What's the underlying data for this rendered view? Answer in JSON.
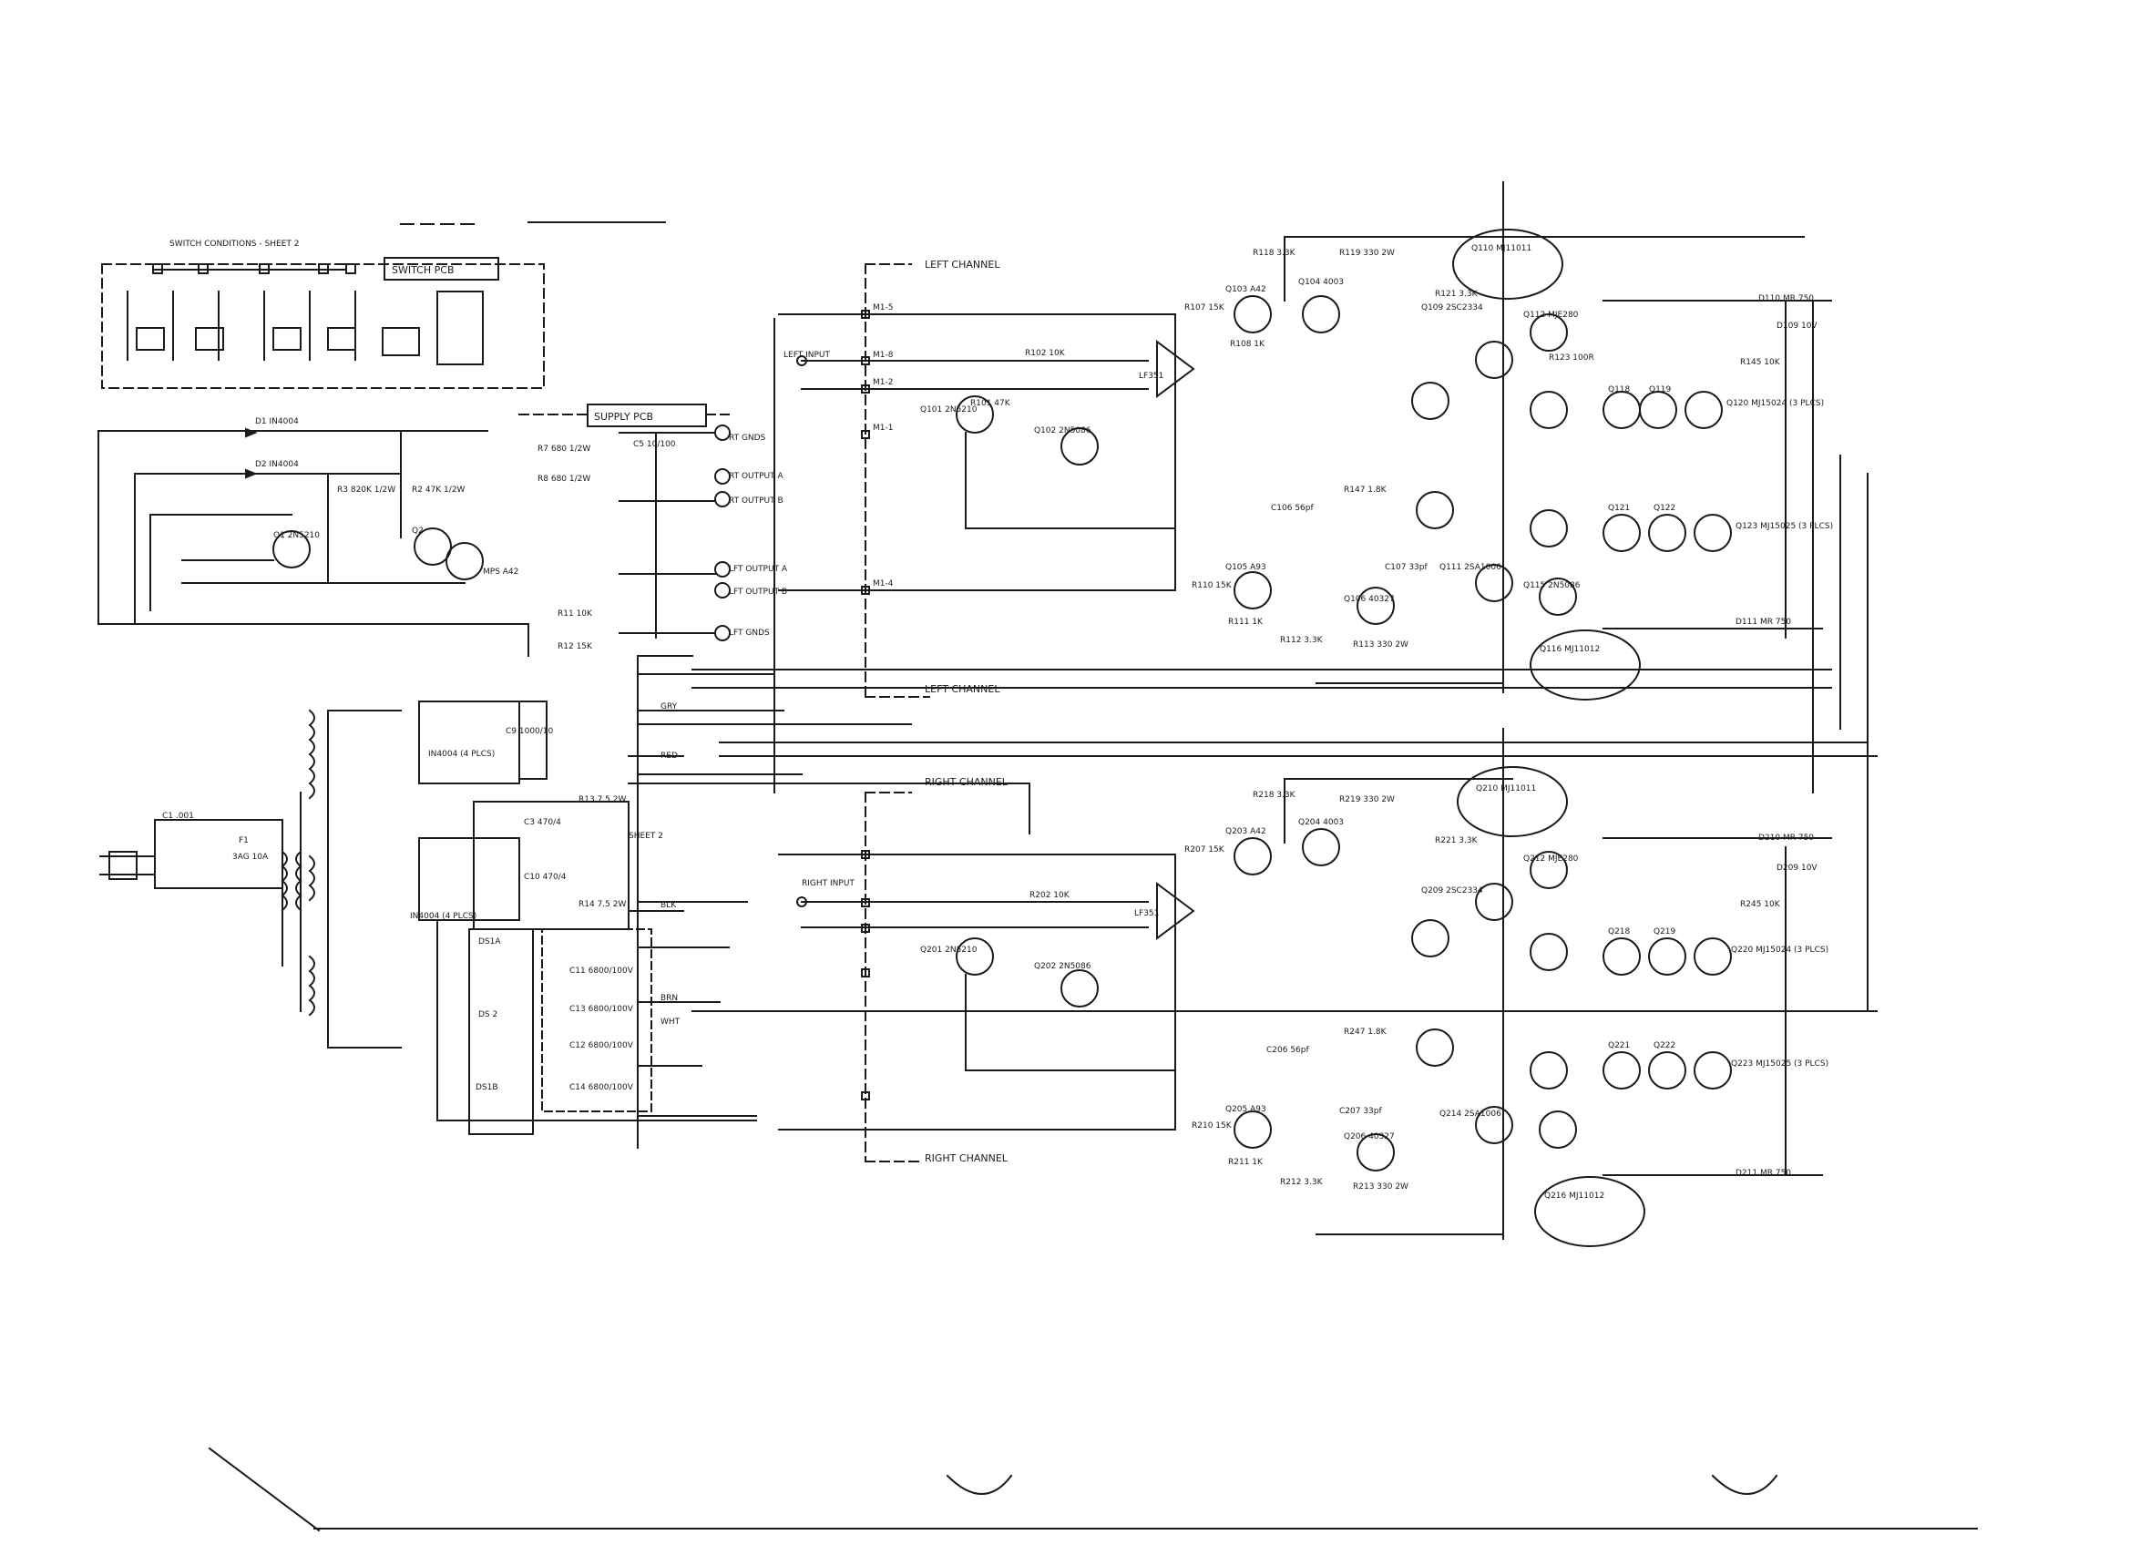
{
  "sheet": {
    "left_channel_top": "LEFT CHANNEL",
    "left_channel_bottom": "LEFT CHANNEL",
    "right_channel_top": "RIGHT CHANNEL",
    "right_channel_bottom": "RIGHT CHANNEL",
    "left_input": "LEFT INPUT",
    "right_input": "RIGHT INPUT",
    "switch_pcb": "SWITCH PCB",
    "supply_pcb": "SUPPLY PCB",
    "switch_conditions": "SWITCH CONDITIONS - SHEET 2",
    "lt_gnds": "LFT GNDS",
    "rt_gnds": "RT GNDS",
    "rt_output_a": "RT OUTPUT A",
    "rt_output_b": "RT OUTPUT B",
    "lft_output_a": "LFT OUTPUT A",
    "lft_output_b": "LFT OUTPUT B",
    "wire_red": "RED",
    "wire_gry": "GRY",
    "wire_blk": "BLK",
    "wire_wht": "WHT",
    "wire_brn": "BRN",
    "fuse": "3AG 10A",
    "lf351_left": "LF351",
    "lf351_right": "LF351",
    "q101": "Q101 2N5210",
    "q102": "Q102 2N5086",
    "q103": "Q103 A42",
    "q104": "Q104 4003",
    "q105": "Q105 A93",
    "q106": "Q106 40327",
    "q109": "Q109 2SC2334",
    "q110": "Q110 MJ11011",
    "q111": "Q111 2SA1006",
    "q112": "Q112 MJE280",
    "q115": "Q115 2N5086",
    "q116": "Q116 MJ11012",
    "q118": "Q118",
    "q119": "Q119",
    "q120": "Q120 MJ15024 (3 PLCS)",
    "q121": "Q121",
    "q122": "Q122",
    "q123": "Q123 MJ15025 (3 PLCS)",
    "q201": "Q201 2N5210",
    "q202": "Q202 2N5086",
    "q203": "Q203 A42",
    "q204": "Q204 4003",
    "q205": "Q205 A93",
    "q206": "Q206 40327",
    "q209": "Q209 2SC2334",
    "q210": "Q210 MJ11011",
    "q214": "Q214 2SA1006",
    "q212": "Q212 MJE280",
    "q216": "Q216 MJ11012",
    "q218": "Q218",
    "q219": "Q219",
    "q220": "Q220 MJ15024 (3 PLCS)",
    "q221": "Q221",
    "q222": "Q222",
    "q223": "Q223 MJ15025 (3 PLCS)",
    "r101": "R101 47K",
    "r102": "R102 10K",
    "r107": "R107 15K",
    "r108": "R108 1K",
    "r110": "R110 15K",
    "r111": "R111 1K",
    "r112": "R112 3.3K",
    "r113": "R113 330 2W",
    "r118": "R118 3.3K",
    "r119": "R119 330 2W",
    "r121": "R121 3.3K",
    "r123": "R123 100R",
    "r145": "R145 10K",
    "r147": "R147 1.8K",
    "r202": "R202 10K",
    "r207": "R207 15K",
    "r210": "R210 15K",
    "r211": "R211 1K",
    "r212": "R212 3.3K",
    "r213": "R213 330 2W",
    "r218": "R218 3.3K",
    "r219": "R219 330 2W",
    "r221": "R221 3.3K",
    "r245": "R245 10K",
    "r247": "R247 1.8K",
    "c107": "C107 33pf",
    "c207": "C207 33pf",
    "c206": "C206 56pf",
    "c106": "C106 56pf",
    "d110": "D110 MR 750",
    "d111": "D111 MR 750",
    "d210": "D210 MR 750",
    "d211": "D211 MR 750",
    "d109": "D109 10V",
    "d209": "D209 10V",
    "c1": "C1 .001",
    "f1": "F1",
    "c5": "C5 10/100",
    "c9": "C9 1000/10",
    "c3": "C3 470/4",
    "c10": "C10 470/4",
    "in4004_a": "IN4004 (4 PLCS)",
    "in4004_b": "IN4004 (4 PLCS)",
    "r7": "R7 680 1/2W",
    "r8": "R8 680 1/2W",
    "r11": "R11 10K",
    "r12": "R12 15K",
    "r13": "R13 7.5 2W",
    "r14": "R14 7.5 2W",
    "q1": "Q1 2N5210",
    "q2": "Q2",
    "q3": "MPS A42",
    "r2": "R2 47K 1/2W",
    "d1": "D1 IN4004",
    "d2": "D2 IN4004",
    "r3": "R3 820K 1/2W",
    "ds1a": "DS1A",
    "ds1b": "DS1B",
    "ds2": "DS 2",
    "c11": "C11 6800/100V",
    "c13": "C13 6800/100V",
    "c12": "C12 6800/100V",
    "c14": "C14 6800/100V",
    "sheet2": "SHEET 2",
    "m1_labels": [
      "M1-5",
      "M1-8",
      "M1-2",
      "M1-1",
      "M1-4"
    ]
  }
}
